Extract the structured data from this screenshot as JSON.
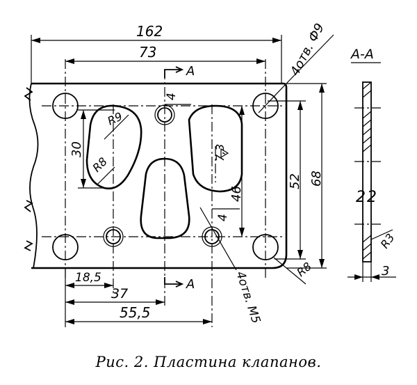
{
  "dimensions": {
    "overall_width": "162",
    "center_span": "73",
    "height_68": "68",
    "height_52": "52",
    "height_46": "46",
    "height_30": "30",
    "offset_18_5": "18,5",
    "offset_37": "37",
    "offset_55_5": "55,5",
    "radius_r9": "R9",
    "radius_r8_slot": "R8",
    "radius_r8_corner": "R8",
    "radius_r3": "R3",
    "thickness_3": "3",
    "small_4_top": "4",
    "small_4_bottom": "4",
    "size_7_3": "7,3",
    "section_2": "2"
  },
  "callouts": {
    "hole_d9": "4отв. Ф9",
    "hole_m5": "4отв. М5"
  },
  "section": {
    "title": "А-А",
    "marker_top": "А",
    "marker_bottom": "А"
  },
  "caption": "Рис. 2. Пластина клапанов."
}
